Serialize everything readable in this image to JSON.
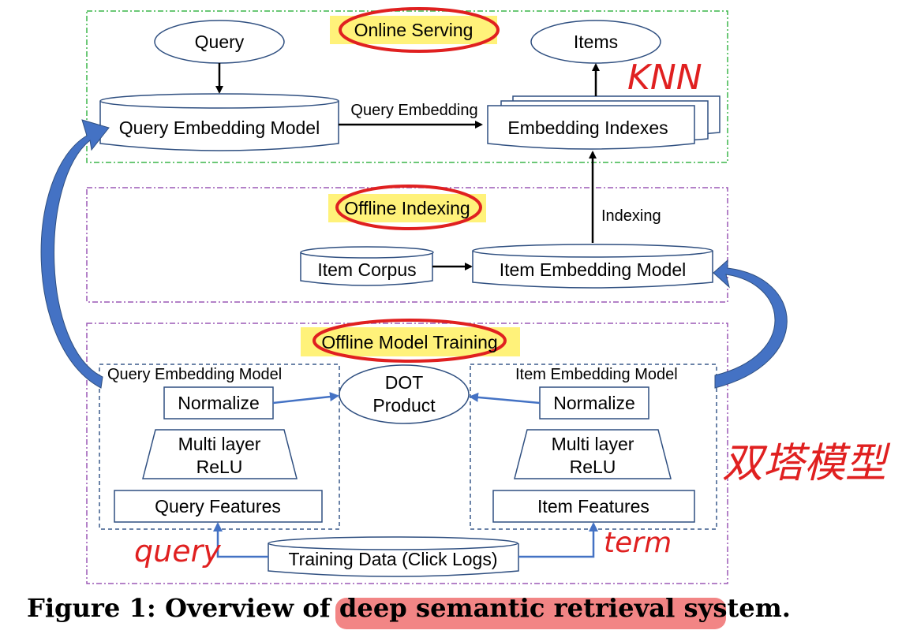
{
  "sections": {
    "online_serving": "Online Serving",
    "offline_indexing": "Offline Indexing",
    "offline_training": "Offline Model Training"
  },
  "online": {
    "query": "Query",
    "items": "Items",
    "query_model": "Query Embedding Model",
    "edge_label": "Query Embedding",
    "indexes": "Embedding Indexes"
  },
  "indexing": {
    "item_corpus": "Item Corpus",
    "item_model": "Item Embedding Model",
    "edge_label": "Indexing"
  },
  "training": {
    "query_tower_title": "Query Embedding Model",
    "item_tower_title": "Item  Embedding Model",
    "normalize": "Normalize",
    "mlp_line1": "Multi layer",
    "mlp_line2": "ReLU",
    "query_features": "Query Features",
    "item_features": "Item Features",
    "dot_line1": "DOT",
    "dot_line2": "Product",
    "training_data": "Training Data (Click Logs)"
  },
  "annotations": {
    "knn": "KNN",
    "chinese": "双塔模型",
    "query": "query",
    "term": "term"
  },
  "caption": {
    "prefix": "Figure 1: Overview of ",
    "highlighted": "deep semantic retrieval system."
  },
  "colors": {
    "green_dash": "#3bb54a",
    "purple_dash": "#9b59b6",
    "blue_dash": "#3a5a8c",
    "node_stroke": "#2f4f80",
    "blue_arrow": "#4472c4",
    "highlight": "#fff27a",
    "red": "#e02020",
    "caption_marker": "#f07070"
  }
}
